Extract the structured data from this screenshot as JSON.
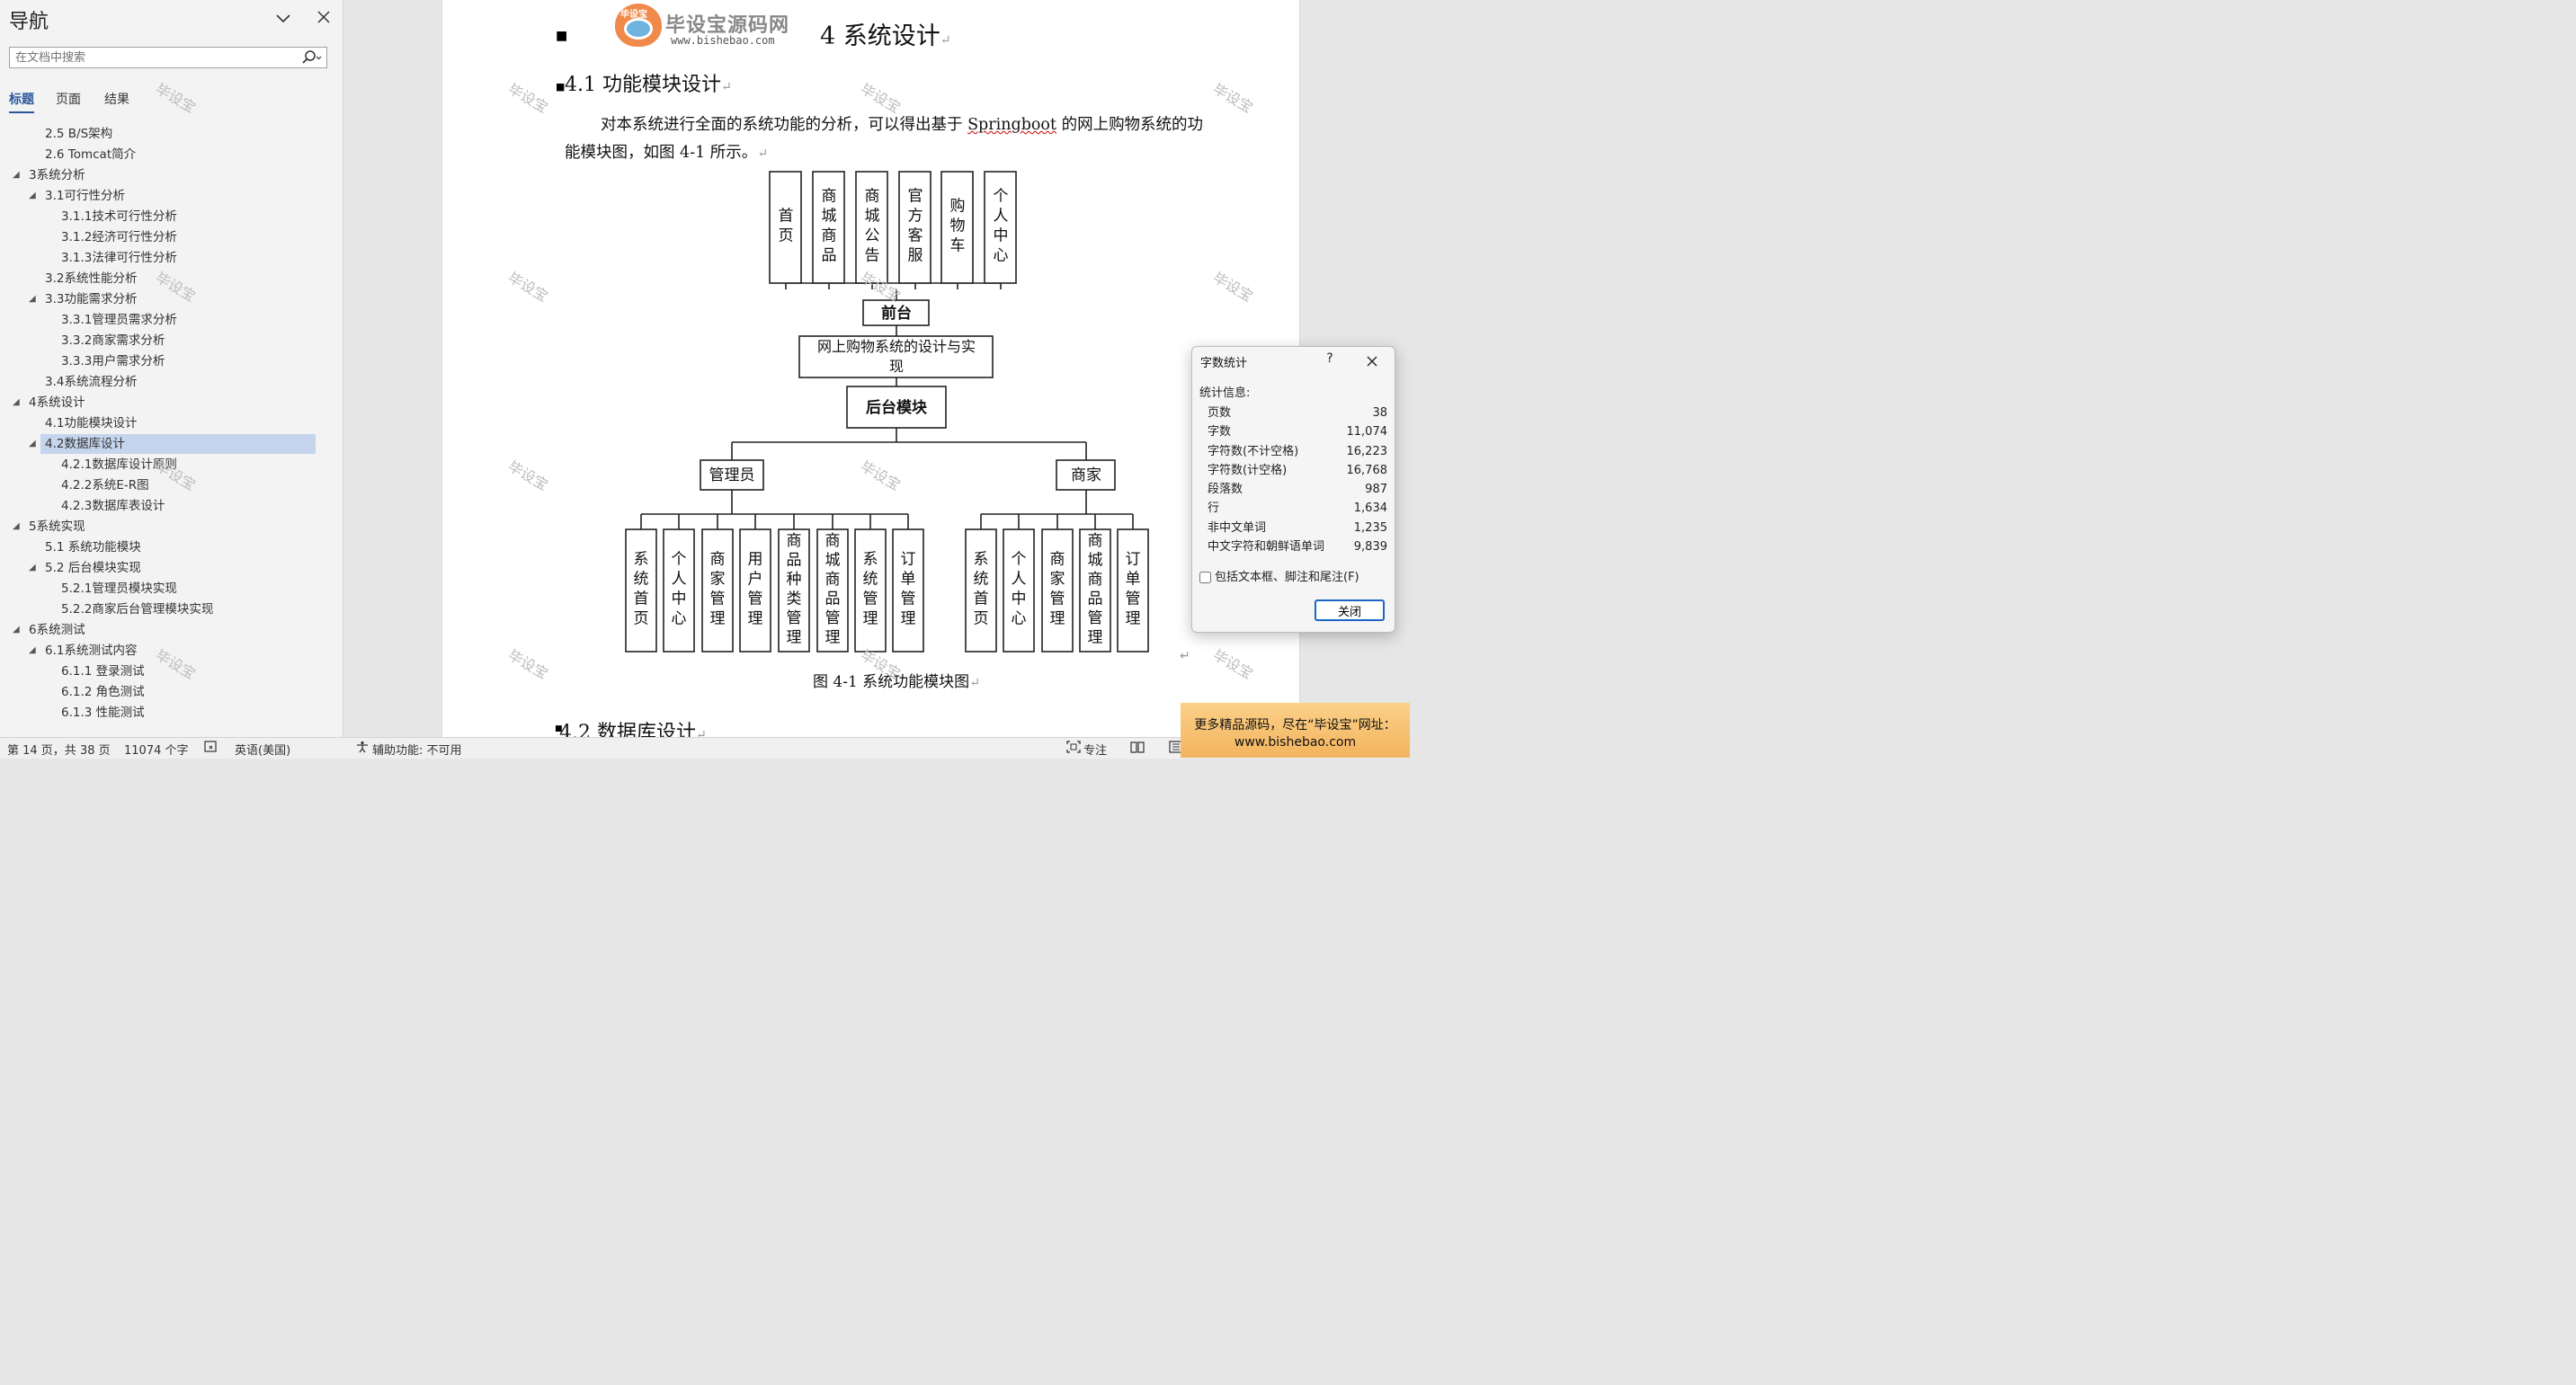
{
  "nav": {
    "title": "导航",
    "search_placeholder": "在文档中搜索",
    "tabs": [
      {
        "label": "标题"
      },
      {
        "label": "页面"
      },
      {
        "label": "结果"
      }
    ],
    "items": [
      {
        "label": "2.5 B/S架构"
      },
      {
        "label": "2.6 Tomcat简介"
      },
      {
        "label": "3系统分析"
      },
      {
        "label": "3.1可行性分析"
      },
      {
        "label": "3.1.1技术可行性分析"
      },
      {
        "label": "3.1.2经济可行性分析"
      },
      {
        "label": "3.1.3法律可行性分析"
      },
      {
        "label": "3.2系统性能分析"
      },
      {
        "label": "3.3功能需求分析"
      },
      {
        "label": "3.3.1管理员需求分析"
      },
      {
        "label": "3.3.2商家需求分析"
      },
      {
        "label": "3.3.3用户需求分析"
      },
      {
        "label": "3.4系统流程分析"
      },
      {
        "label": "4系统设计"
      },
      {
        "label": "4.1功能模块设计"
      },
      {
        "label": "4.2数据库设计"
      },
      {
        "label": "4.2.1数据库设计原则"
      },
      {
        "label": "4.2.2系统E-R图"
      },
      {
        "label": "4.2.3数据库表设计"
      },
      {
        "label": "5系统实现"
      },
      {
        "label": "5.1  系统功能模块"
      },
      {
        "label": "5.2  后台模块实现"
      },
      {
        "label": "5.2.1管理员模块实现"
      },
      {
        "label": "5.2.2商家后台管理模块实现"
      },
      {
        "label": "6系统测试"
      },
      {
        "label": "6.1系统测试内容"
      },
      {
        "label": "6.1.1 登录测试"
      },
      {
        "label": "6.1.2 角色测试"
      },
      {
        "label": "6.1.3 性能测试"
      }
    ]
  },
  "watermark": "毕设宝",
  "logo": {
    "badge": "毕设宝",
    "title": "毕设宝源码网",
    "url": "www.bishebao.com"
  },
  "doc": {
    "h1": "4 系统设计",
    "h2a": "4.1 功能模块设计",
    "body1_pre": "对本系统进行全面的系统功能的分析，可以得出基于 ",
    "body1_word": "Springboot",
    "body1_post": " 的网上购物系统的功能模块图，如图 4-1 所示。",
    "caption": "图 4-1  系统功能模块图",
    "h2b": "4.2 数据库设计"
  },
  "diagram": {
    "front_modules": [
      "首页",
      "商城商品",
      "商城公告",
      "官方客服",
      "购物车",
      "个人中心"
    ],
    "front_label": "前台",
    "root_line1": "网上购物系统的设计与实",
    "root_line2": "现",
    "backend_label": "后台模块",
    "admin_label": "管理员",
    "merchant_label": "商家",
    "admin_modules": [
      "系统首页",
      "个人中心",
      "商家管理",
      "用户管理",
      "商品种类管理",
      "商城商品管理",
      "系统管理",
      "订单管理"
    ],
    "merchant_modules": [
      "系统首页",
      "个人中心",
      "商家管理",
      "商城商品管理",
      "订单管理"
    ]
  },
  "dialog": {
    "title": "字数统计",
    "help": "?",
    "section_label": "统计信息:",
    "stats": [
      {
        "label": "页数",
        "value": "38"
      },
      {
        "label": "字数",
        "value": "11,074"
      },
      {
        "label": "字符数(不计空格)",
        "value": "16,223"
      },
      {
        "label": "字符数(计空格)",
        "value": "16,768"
      },
      {
        "label": "段落数",
        "value": "987"
      },
      {
        "label": "行",
        "value": "1,634"
      },
      {
        "label": "非中文单词",
        "value": "1,235"
      },
      {
        "label": "中文字符和朝鲜语单词",
        "value": "9,839"
      }
    ],
    "checkbox_label": "包括文本框、脚注和尾注(F)",
    "close_label": "关闭"
  },
  "status": {
    "page": "第 14 页，共 38 页",
    "words": "11074 个字",
    "language": "英语(美国)",
    "accessibility": "辅助功能: 不可用",
    "focus": "专注"
  },
  "ad": {
    "line1": "更多精品源码，尽在“毕设宝”网址：",
    "line2": "www.bishebao.com"
  }
}
